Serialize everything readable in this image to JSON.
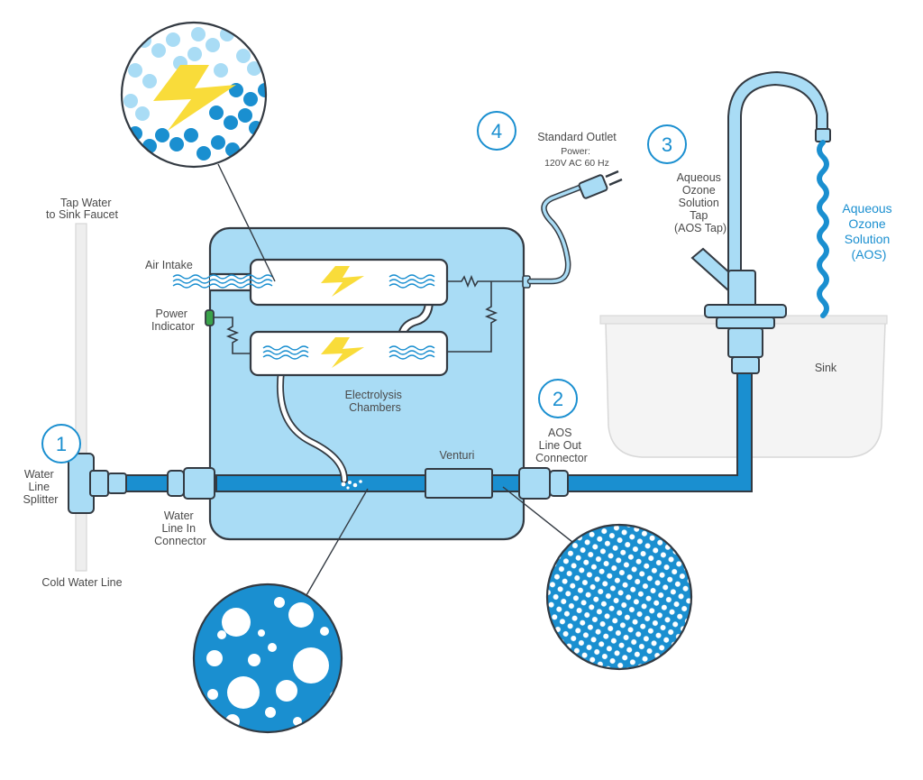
{
  "colors": {
    "outline": "#333a42",
    "water": "#1a8fd0",
    "light_blue": "#a9dcf5",
    "pale_blue": "#c9ebfb",
    "bolt": "#f9dc3a",
    "sink": "#f4f4f4",
    "green": "#3aa34a"
  },
  "labels": {
    "tap_water": [
      "Tap Water",
      "to Sink Faucet"
    ],
    "cold_water": "Cold Water Line",
    "splitter": [
      "Water",
      "Line",
      "Splitter"
    ],
    "line_in": [
      "Water",
      "Line In",
      "Connector"
    ],
    "air_intake": "Air Intake",
    "power_indicator": [
      "Power",
      "Indicator"
    ],
    "chambers": [
      "Electrolysis",
      "Chambers"
    ],
    "venturi": "Venturi",
    "line_out": [
      "AOS",
      "Line Out",
      "Connector"
    ],
    "outlet_title": "Standard Outlet",
    "outlet_power": [
      "Power:",
      "120V AC 60 Hz"
    ],
    "tap": [
      "Aqueous",
      "Ozone",
      "Solution",
      "Tap",
      "(AOS Tap)"
    ],
    "aos": [
      "Aqueous",
      "Ozone",
      "Solution",
      "(AOS)"
    ],
    "sink": "Sink"
  },
  "markers": [
    "1",
    "2",
    "3",
    "4"
  ]
}
